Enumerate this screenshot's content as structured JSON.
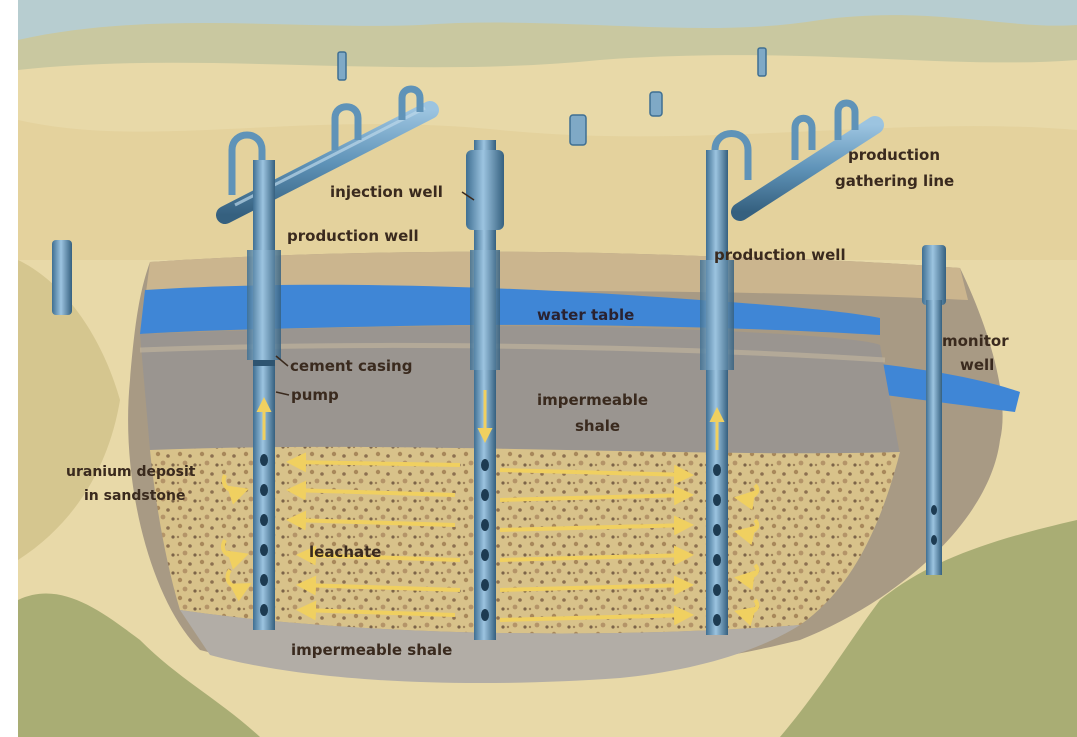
{
  "diagram": {
    "labels": {
      "injection_well": "injection well",
      "production_well_left": "production well",
      "production_well_right": "production well",
      "production_gathering_line_1": "production",
      "production_gathering_line_2": "gathering line",
      "water_table": "water table",
      "cement_casing": "cement casing",
      "pump": "pump",
      "impermeable_shale_mid_1": "impermeable",
      "impermeable_shale_mid_2": "shale",
      "monitor_well_1": "monitor",
      "monitor_well_2": "well",
      "uranium_deposit_1": "uranium deposit",
      "uranium_deposit_2": "in sandstone",
      "leachate": "leachate",
      "impermeable_shale_bottom": "impermeable shale"
    },
    "colors": {
      "sky": "#b7cdd0",
      "surface": "#e8d9a8",
      "soil_upper": "#cbb58e",
      "water": "#3f86d6",
      "shale": "#9a9590",
      "sandstone": "#d9c48a",
      "pipe": "#5f93b8",
      "leachate_arrow": "#f0d060",
      "text": "#3a2a1e"
    }
  }
}
